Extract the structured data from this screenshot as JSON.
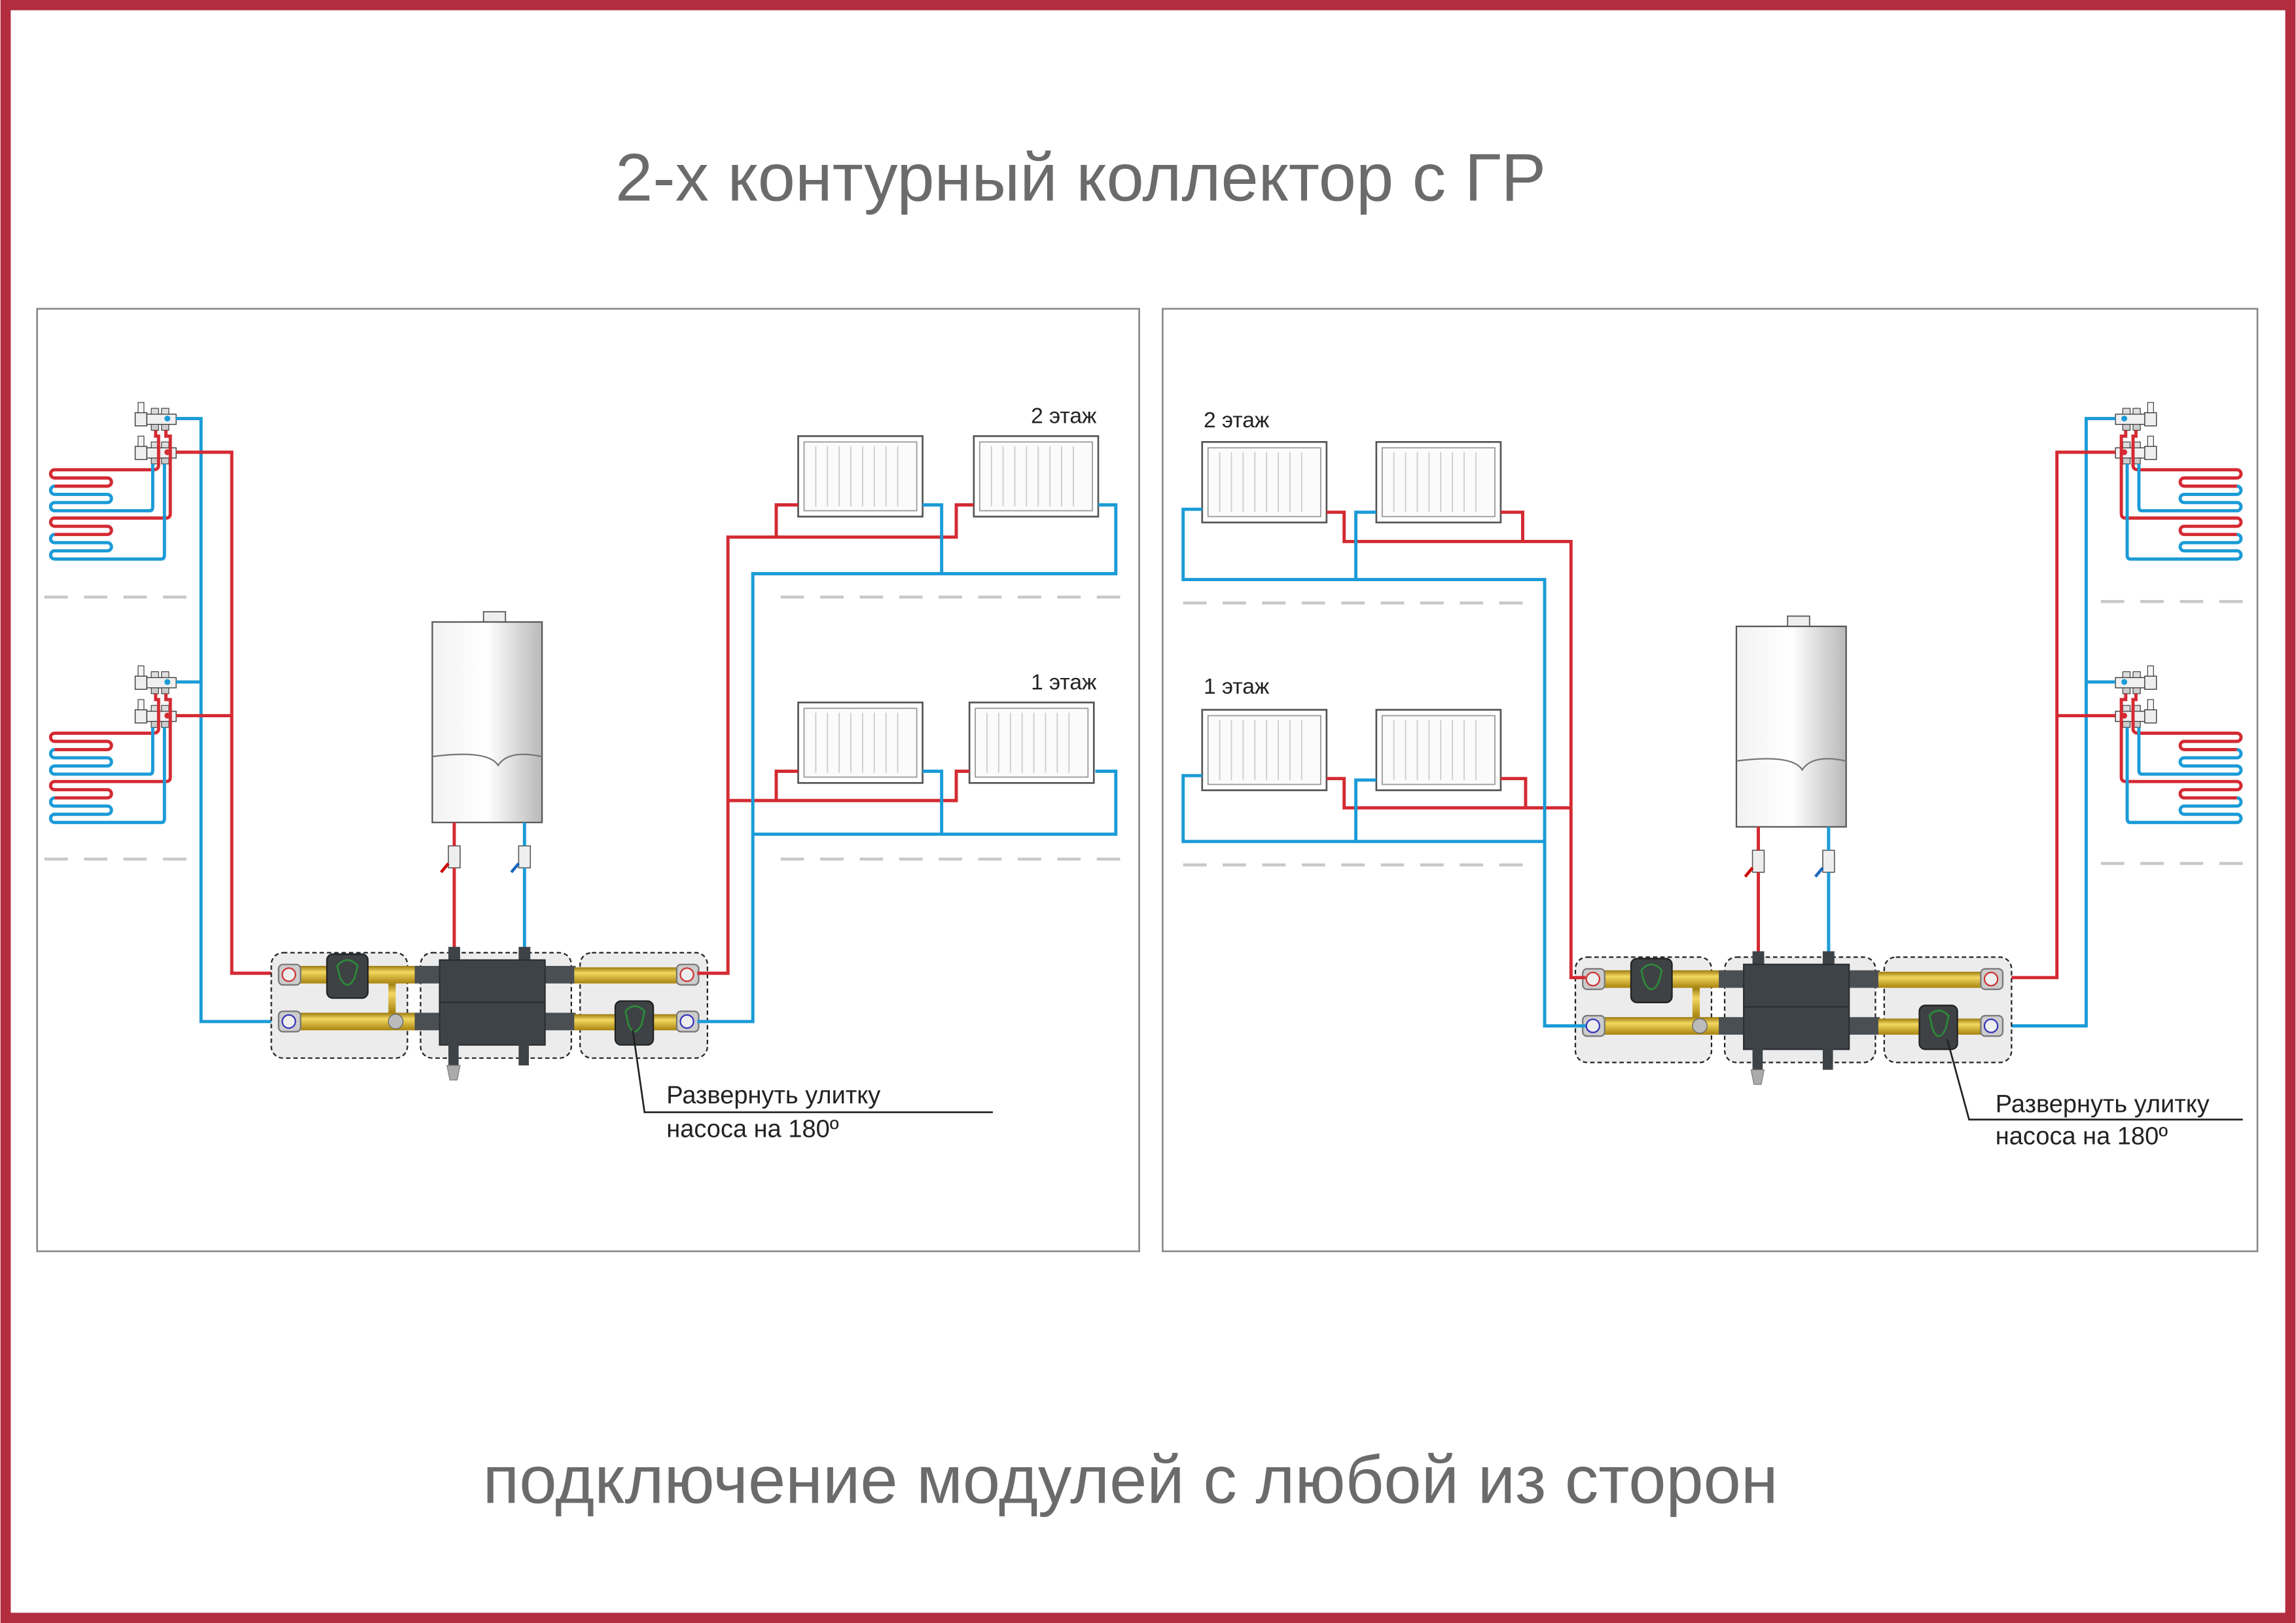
{
  "title": "2-х контурный коллектор с ГР",
  "subtitle": "подключение модулей с любой из сторон",
  "left_panel": {
    "floor_2_label": "2 этаж",
    "floor_1_label": "1 этаж",
    "note_line1": "Развернуть улитку",
    "note_line2": "насоса на 180º"
  },
  "right_panel": {
    "floor_2_label": "2 этаж",
    "floor_1_label": "1 этаж",
    "note_line1": "Развернуть улитку",
    "note_line2": "насоса на 180º"
  },
  "colors": {
    "frame": "#b22d3f",
    "supply": "#d42a32",
    "return": "#1b9bd7",
    "brass": "#d9b431",
    "module": "#3d4347"
  }
}
